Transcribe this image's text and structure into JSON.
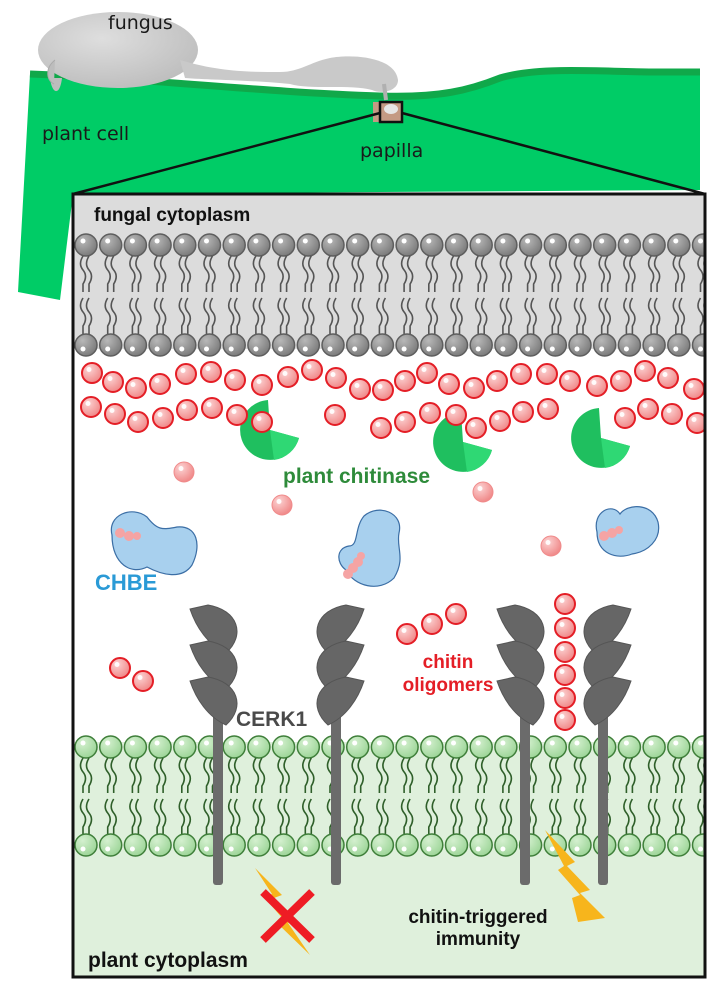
{
  "figure": {
    "type": "schematic",
    "subject": "fungal chitin recognition at the plant papilla"
  },
  "overview": {
    "labels": {
      "fungus": "fungus",
      "plant_cell": "plant cell",
      "papilla": "papilla"
    }
  },
  "inset": {
    "labels": {
      "fungal_cytoplasm": "fungal cytoplasm",
      "plant_chitinase": "plant chitinase",
      "chbe": "CHBE",
      "cerk1": "CERK1",
      "chitin_oligomers_line1": "chitin",
      "chitin_oligomers_line2": "oligomers",
      "plant_cytoplasm": "plant cytoplasm",
      "immunity_line1": "chitin-triggered",
      "immunity_line2": "immunity"
    },
    "states": {
      "left_receptor_signal": "blocked",
      "right_receptor_signal": "active"
    }
  },
  "colors": {
    "plant_cell": "#00cc66",
    "plant_cell_wall": "#10a84a",
    "fungus": "#c8c8c8",
    "fungal_membrane": "#8c8c8c",
    "fungal_cytoplasm": "#dcdcdc",
    "plant_membrane": "#a9dca4",
    "plant_cytoplasm": "#dff0dc",
    "chitin": "#f59a9a",
    "chitin_outline": "#e41e26",
    "chitinase": "#1fbf5f",
    "chbe": "#a8d0ee",
    "cerk1": "#6b6b6b",
    "signal": "#f7b51c",
    "block_cross": "#ee1c24",
    "label_chitinase": "#2e8b3a",
    "label_chbe": "#2a9ad6",
    "label_chitin": "#e41e26"
  }
}
